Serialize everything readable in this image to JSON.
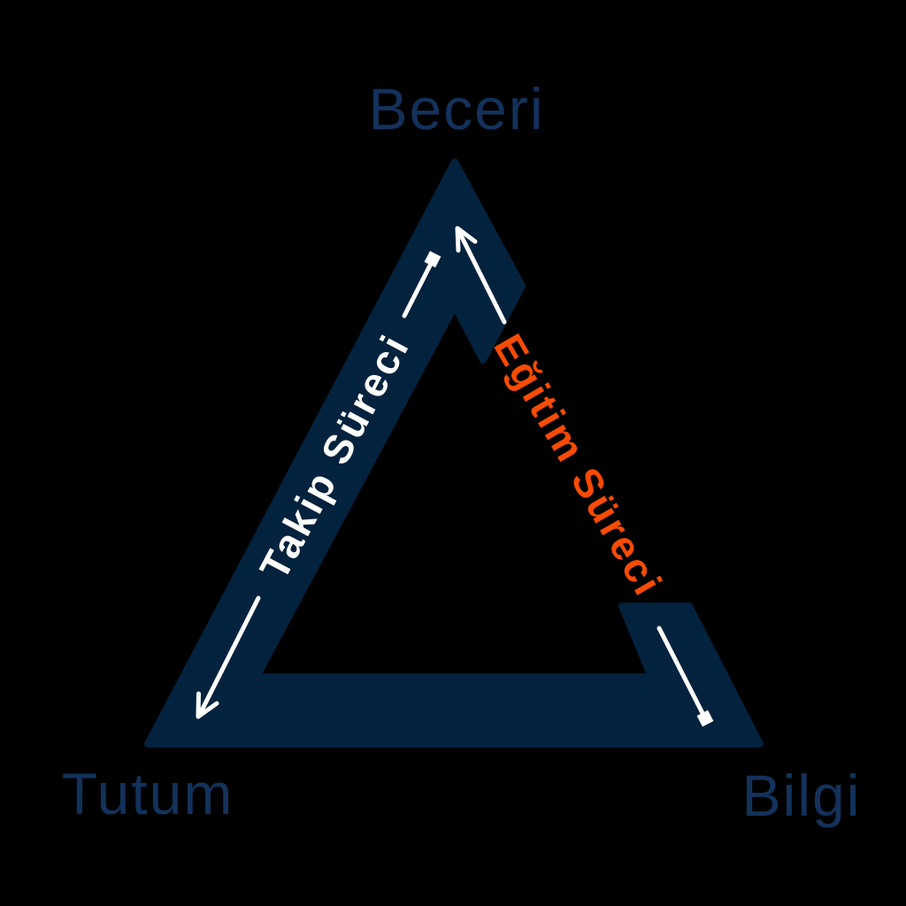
{
  "colors": {
    "background": "#000000",
    "triangle": "#03223E",
    "corner_label": "#13325B",
    "edge_label_takip": "#FFFFFF",
    "edge_label_egitim": "#F84B04",
    "arrow": "#FFFFFF"
  },
  "labels": {
    "top": "Beceri",
    "bottom_left": "Tutum",
    "bottom_right": "Bilgi"
  },
  "edges": {
    "left": {
      "label": "Takip Süreci"
    },
    "right": {
      "label": "Eğitim Süreci"
    }
  },
  "icons": {
    "left_arrow": "arrow-down-left-with-square-tail",
    "right_arrow": "arrow-up-with-square-tail"
  }
}
